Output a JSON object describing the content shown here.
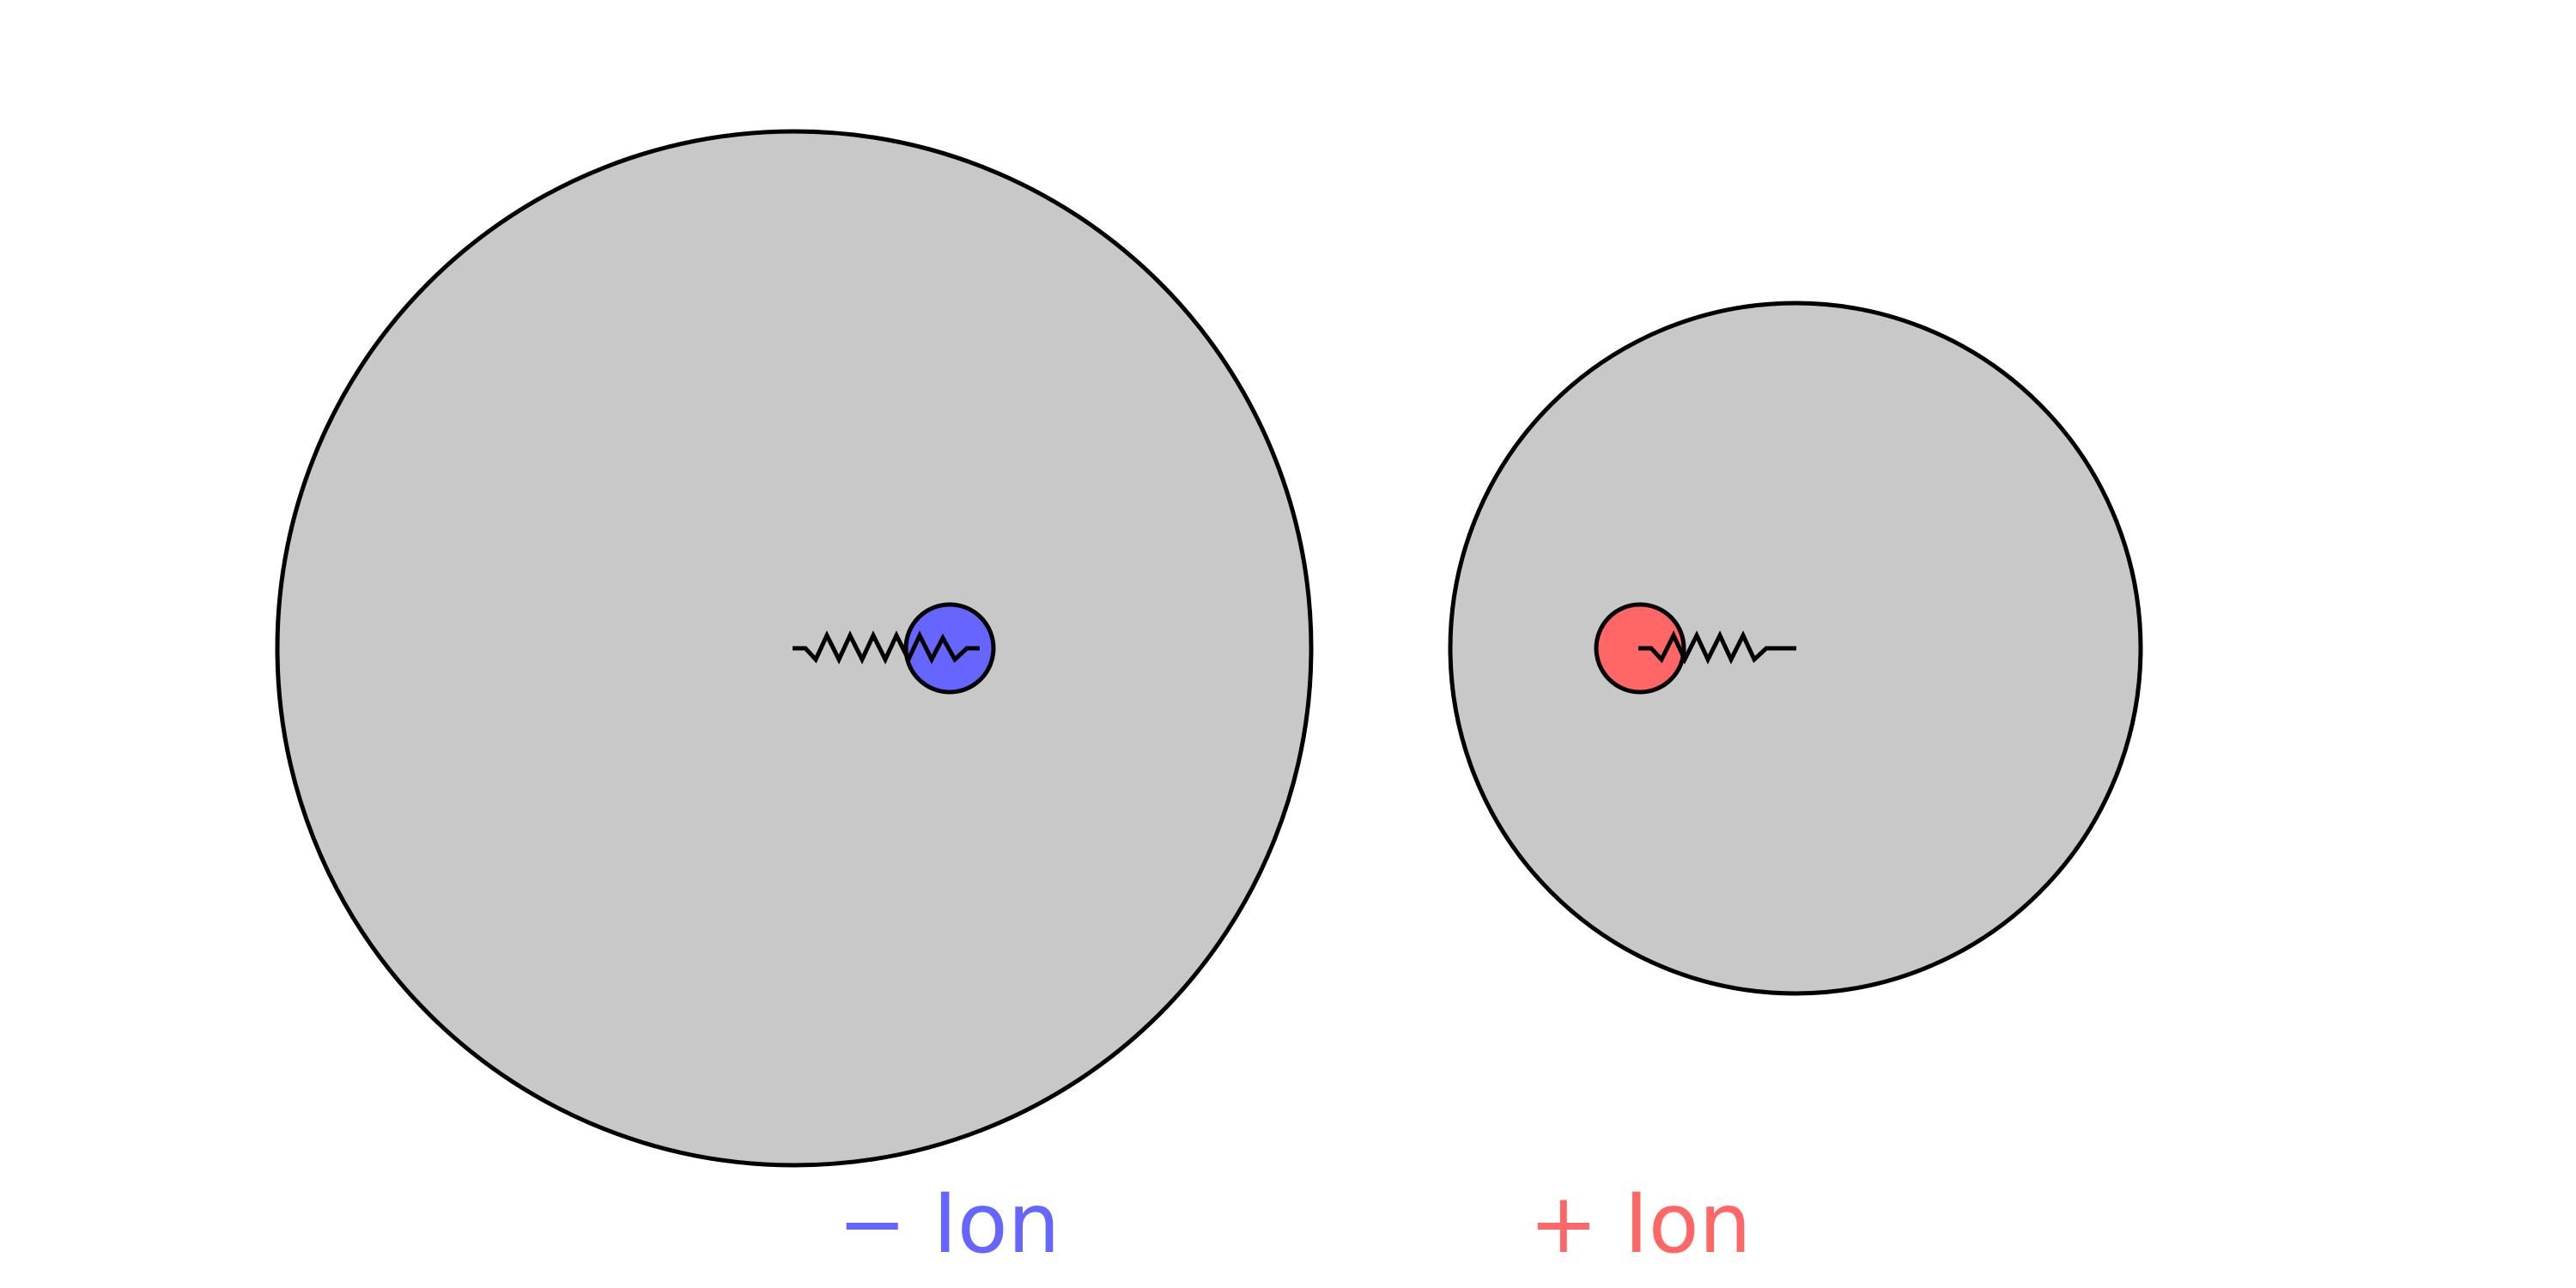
{
  "colors": {
    "background": "#ffffff",
    "shell_fill": "#c8c8c8",
    "outline": "#000000",
    "negative_ion": "#6666ff",
    "positive_ion": "#ff6666"
  },
  "ions": [
    {
      "label": "− Ion",
      "charge": "negative",
      "color": "#6666ff"
    },
    {
      "label": "+ Ion",
      "charge": "positive",
      "color": "#ff6666"
    }
  ]
}
